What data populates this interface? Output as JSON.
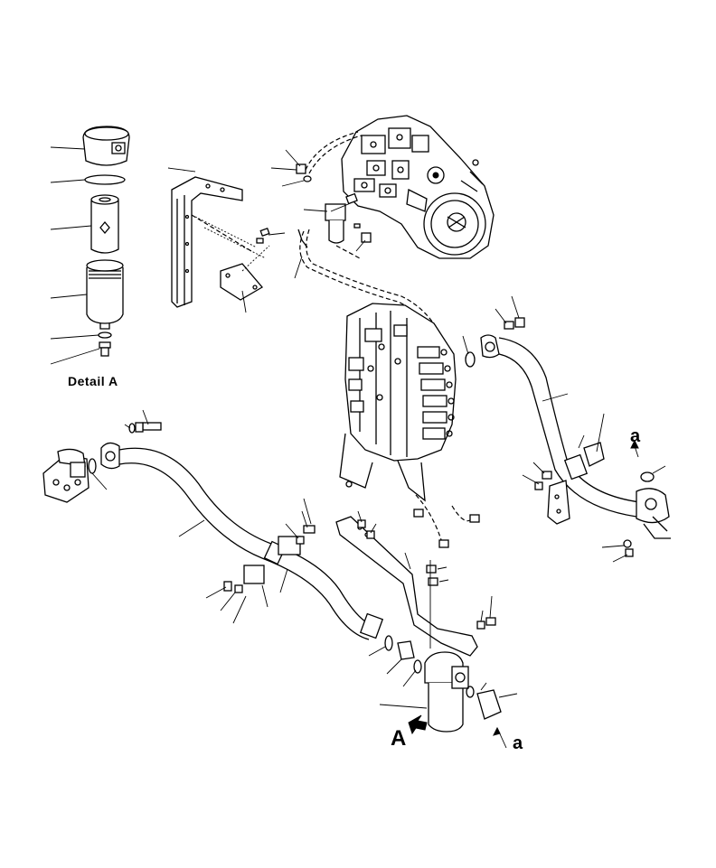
{
  "labels": {
    "detail": "Detail A",
    "view": "A",
    "callout_bottom": "a",
    "callout_right": "a"
  },
  "colors": {
    "line": "#000000",
    "background": "#ffffff"
  }
}
